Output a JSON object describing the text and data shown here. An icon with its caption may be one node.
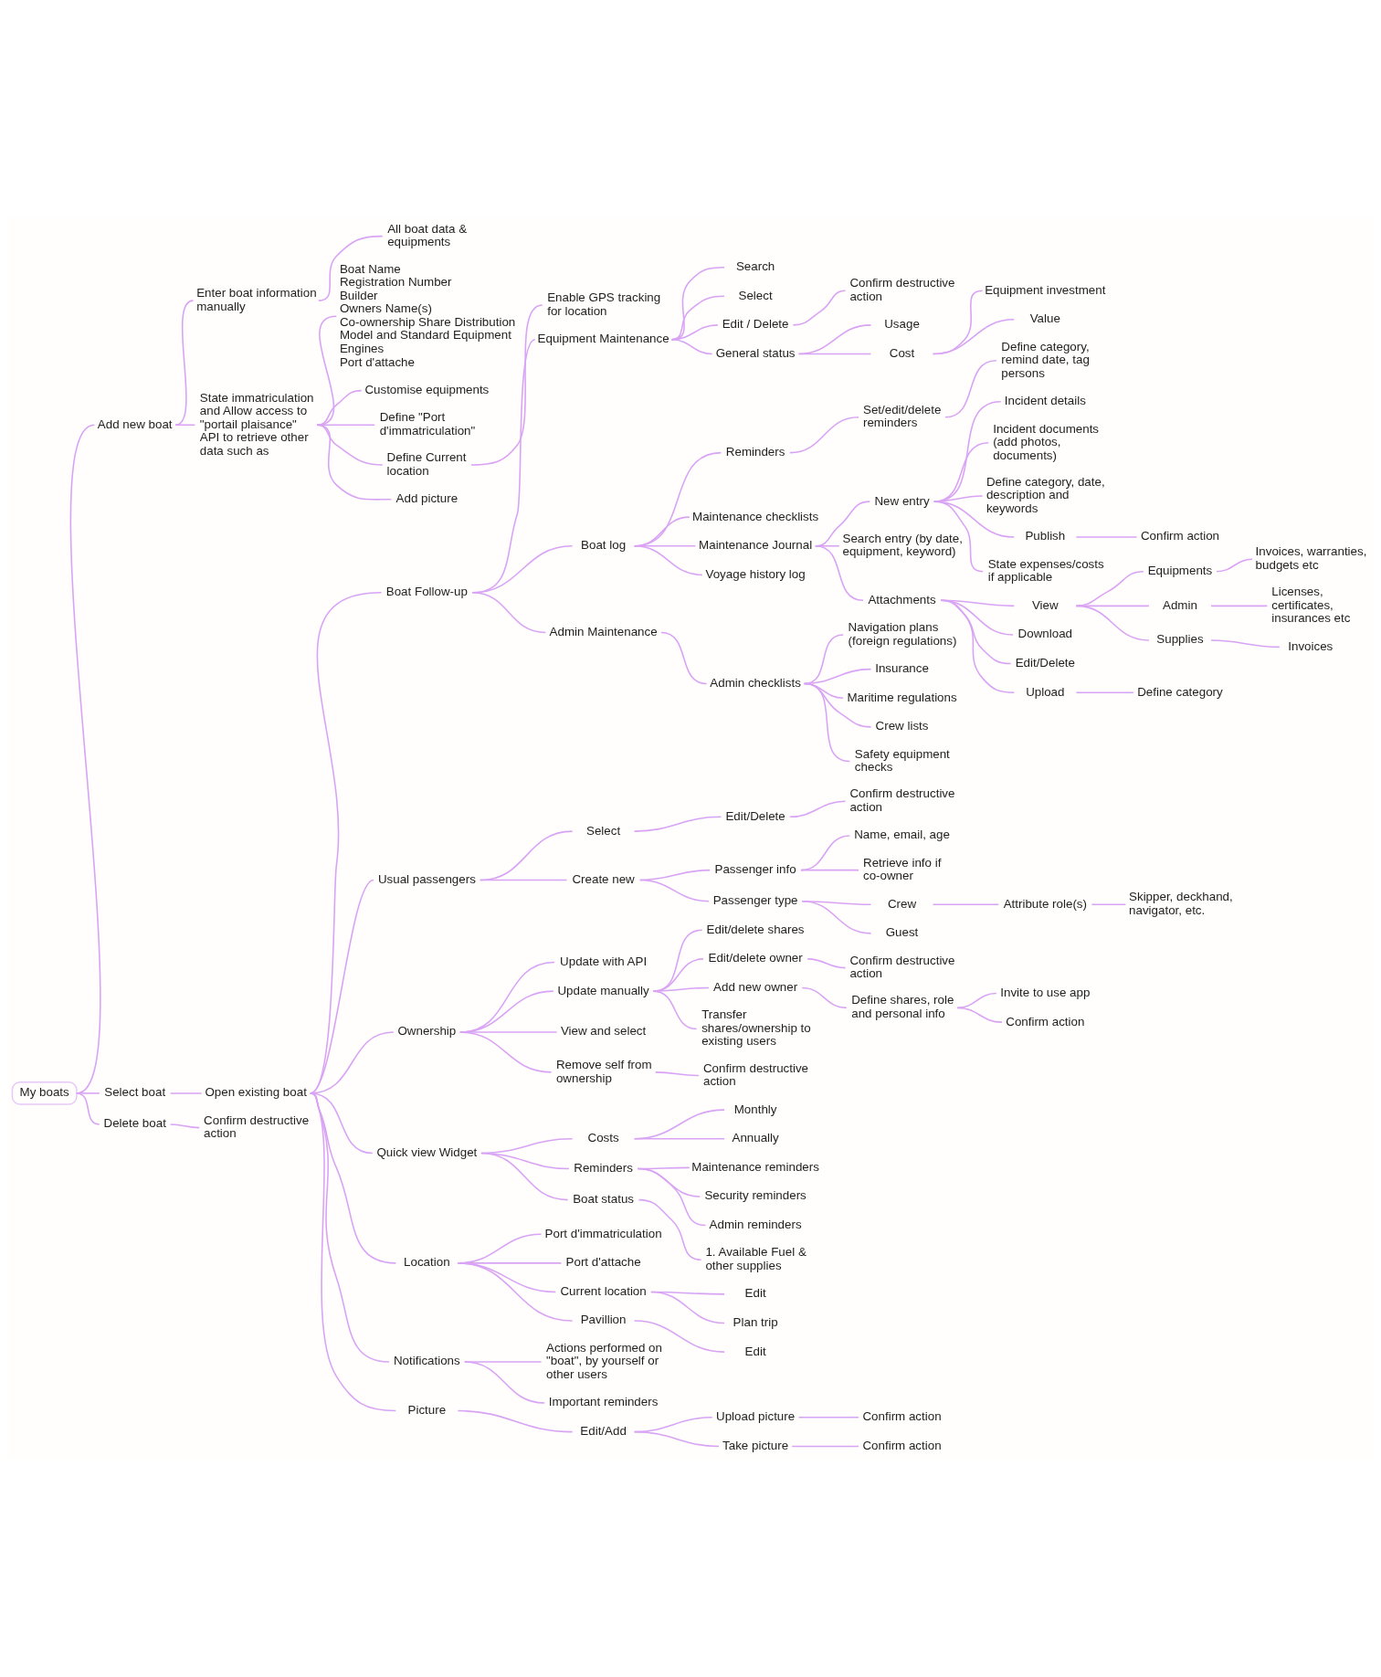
{
  "diagram": {
    "nodes": [
      {
        "text": [
          "My boats"
        ]
      },
      {
        "text": [
          "Add new boat"
        ]
      },
      {
        "text": [
          "Enter boat information manually"
        ]
      },
      {
        "text": [
          "All boat data & equipments"
        ]
      },
      {
        "text": [
          "State immatriculation and Allow access to \"portail plaisance\" API to retrieve other data such as"
        ]
      },
      {
        "text": [
          "Boat Name",
          "Registration Number",
          "Builder",
          "Owners Name(s)",
          "Co-ownership Share Distribution",
          "Model and Standard Equipment",
          "Engines",
          "Port d'attache"
        ]
      },
      {
        "text": [
          "Customise equipments"
        ]
      },
      {
        "text": [
          "Define \"Port d'immatriculation\""
        ]
      },
      {
        "text": [
          "Define Current location"
        ]
      },
      {
        "text": [
          "Enable GPS tracking for location"
        ]
      },
      {
        "text": [
          "Add picture"
        ]
      },
      {
        "text": [
          "Select boat"
        ]
      },
      {
        "text": [
          "Open existing boat"
        ]
      },
      {
        "text": [
          "Boat Follow-up"
        ]
      },
      {
        "text": [
          "Equipment Maintenance"
        ]
      },
      {
        "text": [
          "Search"
        ]
      },
      {
        "text": [
          "Select"
        ]
      },
      {
        "text": [
          "Edit / Delete"
        ]
      },
      {
        "text": [
          "Confirm destructive action"
        ]
      },
      {
        "text": [
          "General status"
        ]
      },
      {
        "text": [
          "Usage"
        ]
      },
      {
        "text": [
          "Cost"
        ]
      },
      {
        "text": [
          "Equipment investment"
        ]
      },
      {
        "text": [
          "Value"
        ]
      },
      {
        "text": [
          "Boat log"
        ]
      },
      {
        "text": [
          "Reminders"
        ]
      },
      {
        "text": [
          "Set/edit/delete reminders"
        ]
      },
      {
        "text": [
          "Define category, remind date, tag persons"
        ]
      },
      {
        "text": [
          "Maintenance checklists"
        ]
      },
      {
        "text": [
          "Maintenance Journal"
        ]
      },
      {
        "text": [
          "New entry"
        ]
      },
      {
        "text": [
          "Incident details"
        ]
      },
      {
        "text": [
          "Incident documents (add photos, documents)"
        ]
      },
      {
        "text": [
          "Define category, date, description and keywords"
        ]
      },
      {
        "text": [
          "Publish"
        ]
      },
      {
        "text": [
          "Confirm action"
        ]
      },
      {
        "text": [
          "State expenses/costs if applicable"
        ]
      },
      {
        "text": [
          "Search entry (by date, equipment, keyword)"
        ]
      },
      {
        "text": [
          "Attachments"
        ]
      },
      {
        "text": [
          "View"
        ]
      },
      {
        "text": [
          "Equipments"
        ]
      },
      {
        "text": [
          "Invoices, warranties, budgets etc"
        ]
      },
      {
        "text": [
          "Admin"
        ]
      },
      {
        "text": [
          "Licenses, certificates, insurances etc"
        ]
      },
      {
        "text": [
          "Supplies"
        ]
      },
      {
        "text": [
          "Invoices"
        ]
      },
      {
        "text": [
          "Download"
        ]
      },
      {
        "text": [
          "Edit/Delete"
        ]
      },
      {
        "text": [
          "Upload"
        ]
      },
      {
        "text": [
          "Define category"
        ]
      },
      {
        "text": [
          "Voyage history log"
        ]
      },
      {
        "text": [
          "Admin Maintenance"
        ]
      },
      {
        "text": [
          "Admin checklists"
        ]
      },
      {
        "text": [
          "Navigation plans (foreign regulations)"
        ]
      },
      {
        "text": [
          "Insurance"
        ]
      },
      {
        "text": [
          "Maritime regulations"
        ]
      },
      {
        "text": [
          "Crew lists"
        ]
      },
      {
        "text": [
          "Safety equipment checks"
        ]
      },
      {
        "text": [
          "Usual passengers"
        ]
      },
      {
        "text": [
          "Select"
        ]
      },
      {
        "text": [
          "Edit/Delete"
        ]
      },
      {
        "text": [
          "Confirm destructive action"
        ]
      },
      {
        "text": [
          "Create new"
        ]
      },
      {
        "text": [
          "Passenger info"
        ]
      },
      {
        "text": [
          "Name, email, age"
        ]
      },
      {
        "text": [
          "Retrieve info if co-owner"
        ]
      },
      {
        "text": [
          "Passenger type"
        ]
      },
      {
        "text": [
          "Crew"
        ]
      },
      {
        "text": [
          "Attribute role(s)"
        ]
      },
      {
        "text": [
          "Skipper, deckhand, navigator, etc."
        ]
      },
      {
        "text": [
          "Guest"
        ]
      },
      {
        "text": [
          "Ownership"
        ]
      },
      {
        "text": [
          "Update with API"
        ]
      },
      {
        "text": [
          "Update manually"
        ]
      },
      {
        "text": [
          "Edit/delete shares"
        ]
      },
      {
        "text": [
          "Edit/delete owner"
        ]
      },
      {
        "text": [
          "Confirm destructive action"
        ]
      },
      {
        "text": [
          "Add new owner"
        ]
      },
      {
        "text": [
          "Define shares, role and personal info"
        ]
      },
      {
        "text": [
          "Invite to use app"
        ]
      },
      {
        "text": [
          "Confirm action"
        ]
      },
      {
        "text": [
          "Transfer shares/ownership to existing users"
        ]
      },
      {
        "text": [
          "View and select"
        ]
      },
      {
        "text": [
          "Remove self from ownership"
        ]
      },
      {
        "text": [
          "Confirm destructive action"
        ]
      },
      {
        "text": [
          "Quick view Widget"
        ]
      },
      {
        "text": [
          "Costs"
        ]
      },
      {
        "text": [
          "Monthly"
        ]
      },
      {
        "text": [
          "Annually"
        ]
      },
      {
        "text": [
          "Reminders"
        ]
      },
      {
        "text": [
          "Maintenance reminders"
        ]
      },
      {
        "text": [
          "Security reminders"
        ]
      },
      {
        "text": [
          "Admin reminders"
        ]
      },
      {
        "text": [
          "Boat status"
        ]
      },
      {
        "text": [
          "1. Available Fuel & other supplies"
        ]
      },
      {
        "text": [
          "Location"
        ]
      },
      {
        "text": [
          "Port d'immatriculation"
        ]
      },
      {
        "text": [
          "Port d'attache"
        ]
      },
      {
        "text": [
          "Current location"
        ]
      },
      {
        "text": [
          "Edit"
        ]
      },
      {
        "text": [
          "Plan trip"
        ]
      },
      {
        "text": [
          "Pavillion"
        ]
      },
      {
        "text": [
          "Edit"
        ]
      },
      {
        "text": [
          "Notifications"
        ]
      },
      {
        "text": [
          "Actions performed on \"boat\", by yourself or other users"
        ]
      },
      {
        "text": [
          "Important reminders"
        ]
      },
      {
        "text": [
          "Picture"
        ]
      },
      {
        "text": [
          "Edit/Add"
        ]
      },
      {
        "text": [
          "Upload picture"
        ]
      },
      {
        "text": [
          "Confirm action"
        ]
      },
      {
        "text": [
          "Take picture"
        ]
      },
      {
        "text": [
          "Confirm action"
        ]
      },
      {
        "text": [
          "Delete boat"
        ]
      },
      {
        "text": [
          "Confirm destructive action"
        ]
      }
    ],
    "edges": [
      {
        "from": 0,
        "to": 1,
        "arrow": "none"
      },
      {
        "from": 1,
        "to": 2,
        "arrow": "none"
      },
      {
        "from": 2,
        "to": 3,
        "arrow": "none"
      },
      {
        "from": 1,
        "to": 4,
        "arrow": "none"
      },
      {
        "from": 4,
        "to": 5,
        "arrow": "none"
      },
      {
        "from": 4,
        "to": 6,
        "arrow": "none"
      },
      {
        "from": 4,
        "to": 7,
        "arrow": "none"
      },
      {
        "from": 4,
        "to": 8,
        "arrow": "none"
      },
      {
        "from": 8,
        "to": 9,
        "arrow": "none"
      },
      {
        "from": 4,
        "to": 10,
        "arrow": "none"
      },
      {
        "from": 0,
        "to": 11,
        "arrow": "none"
      },
      {
        "from": 11,
        "to": 12,
        "arrow": "none"
      },
      {
        "from": 12,
        "to": 13,
        "arrow": "none"
      },
      {
        "from": 13,
        "to": 14,
        "arrow": "none"
      },
      {
        "from": 14,
        "to": 15,
        "arrow": "none"
      },
      {
        "from": 14,
        "to": 16,
        "arrow": "none"
      },
      {
        "from": 14,
        "to": 17,
        "arrow": "none"
      },
      {
        "from": 17,
        "to": 18,
        "arrow": "none"
      },
      {
        "from": 14,
        "to": 19,
        "arrow": "none"
      },
      {
        "from": 19,
        "to": 20,
        "arrow": "none"
      },
      {
        "from": 19,
        "to": 21,
        "arrow": "none"
      },
      {
        "from": 21,
        "to": 22,
        "arrow": "none"
      },
      {
        "from": 21,
        "to": 23,
        "arrow": "none"
      },
      {
        "from": 13,
        "to": 24,
        "arrow": "none"
      },
      {
        "from": 24,
        "to": 25,
        "arrow": "none"
      },
      {
        "from": 25,
        "to": 26,
        "arrow": "none"
      },
      {
        "from": 26,
        "to": 27,
        "arrow": "none"
      },
      {
        "from": 24,
        "to": 28,
        "arrow": "none"
      },
      {
        "from": 24,
        "to": 29,
        "arrow": "none"
      },
      {
        "from": 29,
        "to": 30,
        "arrow": "none"
      },
      {
        "from": 30,
        "to": 31,
        "arrow": "none"
      },
      {
        "from": 30,
        "to": 32,
        "arrow": "none"
      },
      {
        "from": 30,
        "to": 33,
        "arrow": "none"
      },
      {
        "from": 30,
        "to": 34,
        "arrow": "none"
      },
      {
        "from": 34,
        "to": 35,
        "arrow": "none"
      },
      {
        "from": 30,
        "to": 36,
        "arrow": "none"
      },
      {
        "from": 29,
        "to": 37,
        "arrow": "none"
      },
      {
        "from": 29,
        "to": 38,
        "arrow": "none"
      },
      {
        "from": 38,
        "to": 39,
        "arrow": "none"
      },
      {
        "from": 39,
        "to": 40,
        "arrow": "none"
      },
      {
        "from": 40,
        "to": 41,
        "arrow": "none"
      },
      {
        "from": 39,
        "to": 42,
        "arrow": "none"
      },
      {
        "from": 42,
        "to": 43,
        "arrow": "none"
      },
      {
        "from": 39,
        "to": 44,
        "arrow": "none"
      },
      {
        "from": 44,
        "to": 45,
        "arrow": "none"
      },
      {
        "from": 38,
        "to": 46,
        "arrow": "none"
      },
      {
        "from": 38,
        "to": 47,
        "arrow": "none"
      },
      {
        "from": 38,
        "to": 48,
        "arrow": "none"
      },
      {
        "from": 48,
        "to": 49,
        "arrow": "none"
      },
      {
        "from": 24,
        "to": 50,
        "arrow": "none"
      },
      {
        "from": 13,
        "to": 51,
        "arrow": "none"
      },
      {
        "from": 51,
        "to": 52,
        "arrow": "none"
      },
      {
        "from": 52,
        "to": 53,
        "arrow": "none"
      },
      {
        "from": 52,
        "to": 54,
        "arrow": "none"
      },
      {
        "from": 52,
        "to": 55,
        "arrow": "none"
      },
      {
        "from": 52,
        "to": 56,
        "arrow": "none"
      },
      {
        "from": 52,
        "to": 57,
        "arrow": "none"
      },
      {
        "from": 12,
        "to": 58,
        "arrow": "none"
      },
      {
        "from": 58,
        "to": 59,
        "arrow": "none"
      },
      {
        "from": 59,
        "to": 60,
        "arrow": "none"
      },
      {
        "from": 60,
        "to": 61,
        "arrow": "none"
      },
      {
        "from": 58,
        "to": 62,
        "arrow": "none"
      },
      {
        "from": 62,
        "to": 63,
        "arrow": "none"
      },
      {
        "from": 63,
        "to": 64,
        "arrow": "none"
      },
      {
        "from": 63,
        "to": 65,
        "arrow": "none"
      },
      {
        "from": 62,
        "to": 66,
        "arrow": "none"
      },
      {
        "from": 66,
        "to": 67,
        "arrow": "none"
      },
      {
        "from": 67,
        "to": 68,
        "arrow": "none"
      },
      {
        "from": 68,
        "to": 69,
        "arrow": "none"
      },
      {
        "from": 66,
        "to": 70,
        "arrow": "none"
      },
      {
        "from": 12,
        "to": 71,
        "arrow": "none"
      },
      {
        "from": 71,
        "to": 72,
        "arrow": "none"
      },
      {
        "from": 71,
        "to": 73,
        "arrow": "none"
      },
      {
        "from": 73,
        "to": 74,
        "arrow": "none"
      },
      {
        "from": 73,
        "to": 75,
        "arrow": "none"
      },
      {
        "from": 75,
        "to": 76,
        "arrow": "none"
      },
      {
        "from": 73,
        "to": 77,
        "arrow": "none"
      },
      {
        "from": 77,
        "to": 78,
        "arrow": "none"
      },
      {
        "from": 78,
        "to": 79,
        "arrow": "none"
      },
      {
        "from": 78,
        "to": 80,
        "arrow": "none"
      },
      {
        "from": 73,
        "to": 81,
        "arrow": "none"
      },
      {
        "from": 71,
        "to": 82,
        "arrow": "none"
      },
      {
        "from": 71,
        "to": 83,
        "arrow": "none"
      },
      {
        "from": 83,
        "to": 84,
        "arrow": "none"
      },
      {
        "from": 12,
        "to": 85,
        "arrow": "none"
      },
      {
        "from": 85,
        "to": 86,
        "arrow": "none"
      },
      {
        "from": 86,
        "to": 87,
        "arrow": "none"
      },
      {
        "from": 86,
        "to": 88,
        "arrow": "none"
      },
      {
        "from": 85,
        "to": 89,
        "arrow": "none"
      },
      {
        "from": 89,
        "to": 90,
        "arrow": "none"
      },
      {
        "from": 89,
        "to": 91,
        "arrow": "none"
      },
      {
        "from": 89,
        "to": 92,
        "arrow": "none"
      },
      {
        "from": 85,
        "to": 93,
        "arrow": "none"
      },
      {
        "from": 93,
        "to": 94,
        "arrow": "none"
      },
      {
        "from": 12,
        "to": 95,
        "arrow": "none"
      },
      {
        "from": 95,
        "to": 96,
        "arrow": "none"
      },
      {
        "from": 95,
        "to": 97,
        "arrow": "none"
      },
      {
        "from": 95,
        "to": 98,
        "arrow": "none"
      },
      {
        "from": 98,
        "to": 99,
        "arrow": "none"
      },
      {
        "from": 98,
        "to": 100,
        "arrow": "none"
      },
      {
        "from": 95,
        "to": 101,
        "arrow": "none"
      },
      {
        "from": 101,
        "to": 102,
        "arrow": "none"
      },
      {
        "from": 12,
        "to": 103,
        "arrow": "none"
      },
      {
        "from": 103,
        "to": 104,
        "arrow": "none"
      },
      {
        "from": 103,
        "to": 105,
        "arrow": "none"
      },
      {
        "from": 12,
        "to": 106,
        "arrow": "none"
      },
      {
        "from": 106,
        "to": 107,
        "arrow": "none"
      },
      {
        "from": 107,
        "to": 108,
        "arrow": "none"
      },
      {
        "from": 108,
        "to": 109,
        "arrow": "none"
      },
      {
        "from": 107,
        "to": 110,
        "arrow": "none"
      },
      {
        "from": 110,
        "to": 111,
        "arrow": "none"
      },
      {
        "from": 0,
        "to": 112,
        "arrow": "none"
      },
      {
        "from": 112,
        "to": 113,
        "arrow": "none"
      }
    ]
  }
}
